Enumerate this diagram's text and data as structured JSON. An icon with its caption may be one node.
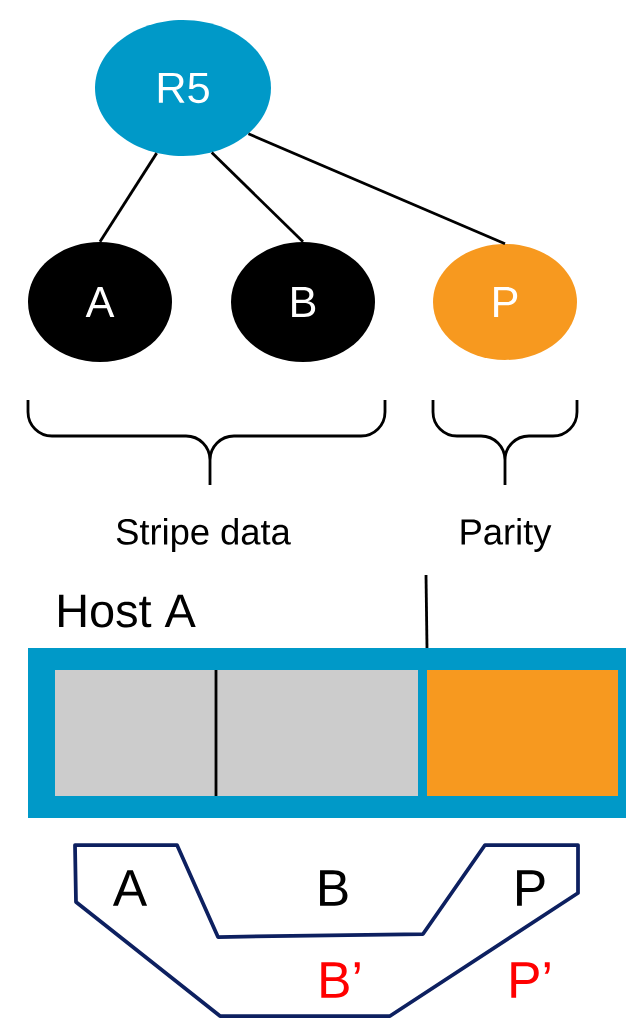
{
  "diagram": {
    "nodes": [
      {
        "text": [
          "R5"
        ]
      },
      {
        "text": [
          "A"
        ]
      },
      {
        "text": [
          "B"
        ]
      },
      {
        "text": [
          "P"
        ]
      },
      {
        "text": [
          "Host A"
        ]
      },
      {
        "text": [],
        "shape": "box",
        "in": 4
      },
      {
        "text": [],
        "shape": "box",
        "in": 4
      },
      {
        "text": [],
        "shape": "box",
        "in": 4
      },
      {
        "text": [
          "A",
          "B",
          "P",
          "B’",
          "P’"
        ]
      }
    ],
    "edges": [
      {
        "from": 0,
        "to": 1,
        "arrow": "none"
      },
      {
        "from": 0,
        "to": 2,
        "arrow": "none"
      },
      {
        "from": 0,
        "to": 3,
        "arrow": "none"
      }
    ],
    "labels": [
      "Stripe data",
      "Parity"
    ]
  }
}
